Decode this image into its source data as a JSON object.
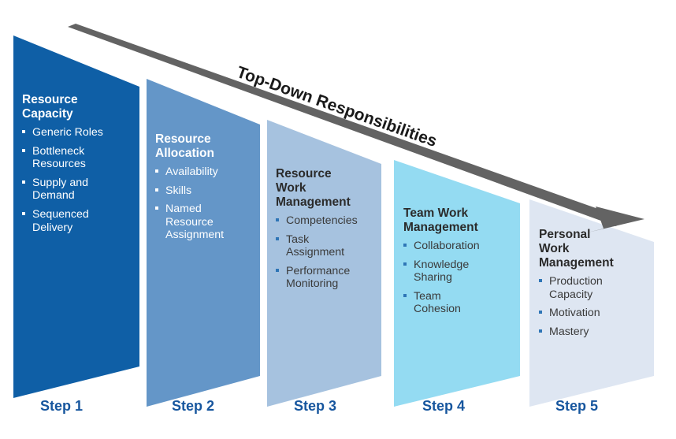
{
  "diagram": {
    "title_arrow": "Top-Down Responsibilities",
    "arrow_color": "#636363",
    "step_label_color": "#17569e",
    "panels": [
      {
        "id": "resource-capacity",
        "title": "Resource\nCapacity",
        "color": "#0F5FA6",
        "text_mode": "light",
        "step_label": "Step 1",
        "items": [
          "Generic Roles",
          "Bottleneck\nResources",
          "Supply and\nDemand",
          "Sequenced\nDelivery"
        ]
      },
      {
        "id": "resource-allocation",
        "title": "Resource\nAllocation",
        "color": "#6496C8",
        "text_mode": "light",
        "step_label": "Step 2",
        "items": [
          "Availability",
          "Skills",
          "Named\nResource\nAssignment"
        ]
      },
      {
        "id": "resource-work-management",
        "title": "Resource\nWork\nManagement",
        "color": "#A6C2DF",
        "text_mode": "dark",
        "step_label": "Step 3",
        "items": [
          "Competencies",
          "Task\nAssignment",
          "Performance\nMonitoring"
        ]
      },
      {
        "id": "team-work-management",
        "title": "Team Work\nManagement",
        "color": "#94DBF2",
        "text_mode": "dark",
        "step_label": "Step 4",
        "items": [
          "Collaboration",
          "Knowledge\nSharing",
          "Team\nCohesion"
        ]
      },
      {
        "id": "personal-work-management",
        "title": "Personal\nWork\nManagement",
        "color": "#DEE6F2",
        "text_mode": "dark",
        "step_label": "Step 5",
        "items": [
          "Production\nCapacity",
          "Motivation",
          "Mastery"
        ]
      }
    ]
  }
}
